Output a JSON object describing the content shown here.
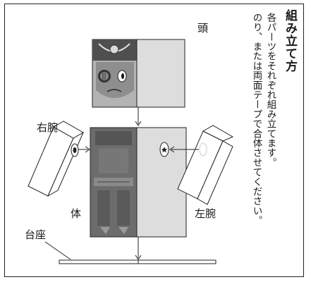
{
  "title": "組み立て方",
  "instructions": [
    "各パーツをそれぞれ組み立てます。",
    "のり、または両面テープで合体させてください。"
  ],
  "labels": {
    "head": "頭",
    "right_arm": "右腕",
    "body": "体",
    "left_arm": "左腕",
    "base": "台座"
  },
  "colors": {
    "outline": "#222222",
    "paper_gray": "#dddddd",
    "head_art_bg": "#b3b3b3",
    "helmet": "#4f4f4f",
    "face": "#8e8e8e",
    "body_art": "#6c6c6c"
  }
}
